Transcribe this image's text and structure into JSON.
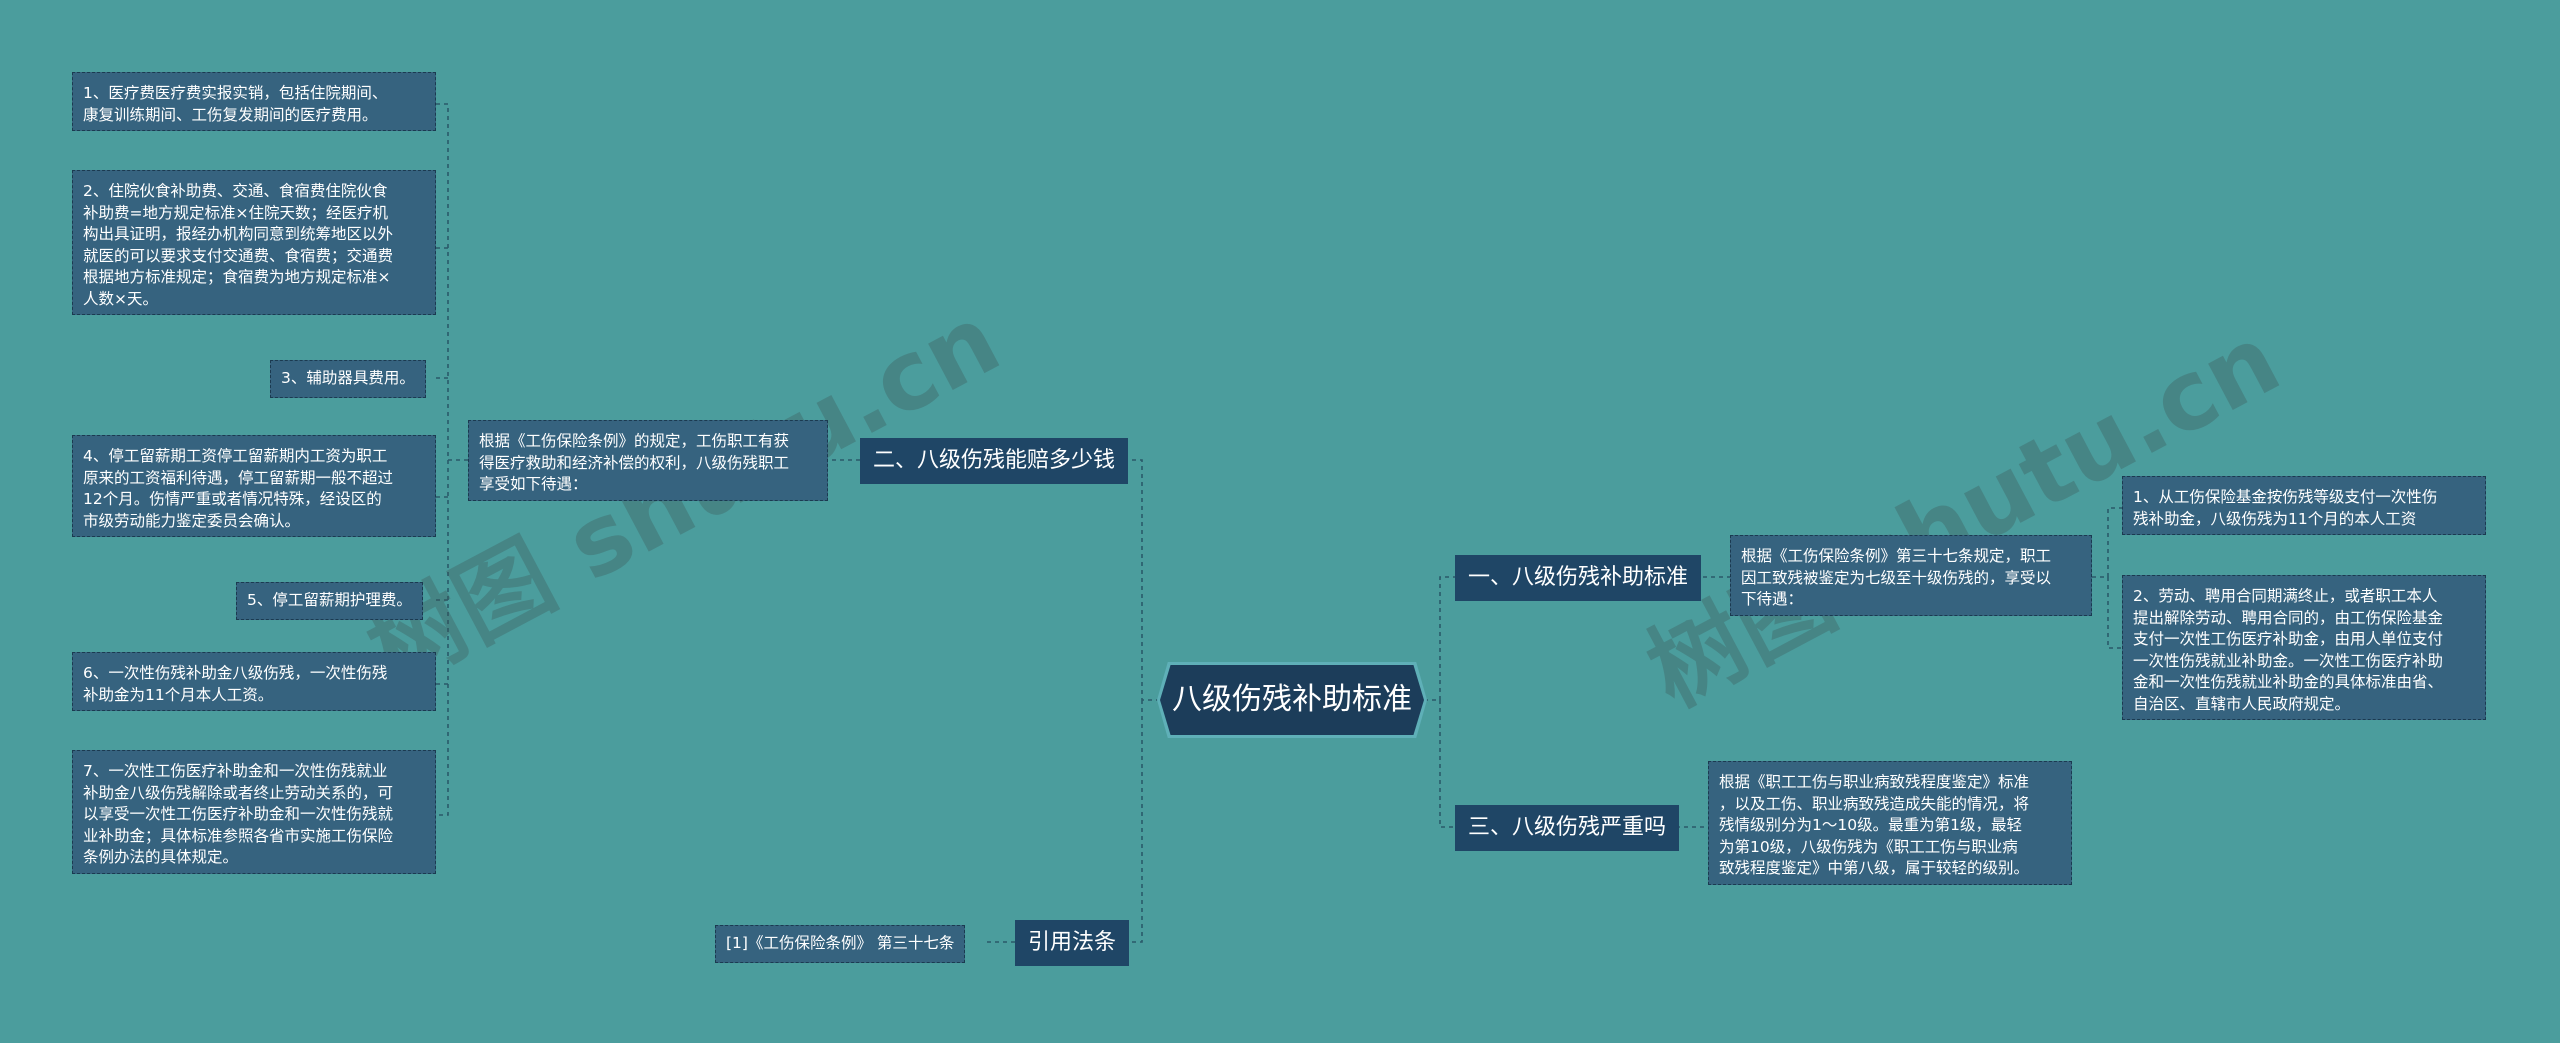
{
  "root": "八级伤残补助标准",
  "branches": {
    "b1": "一、八级伤残补助标准",
    "b2": "二、八级伤残能赔多少钱",
    "b3": "三、八级伤残严重吗",
    "b4": "引用法条"
  },
  "b1_intro": "根据《工伤保险条例》第三十七条规定，职工\n因工致残被鉴定为七级至十级伤残的，享受以\n下待遇：",
  "b1_items": [
    "1、从工伤保险基金按伤残等级支付一次性伤\n残补助金，八级伤残为11个月的本人工资",
    "2、劳动、聘用合同期满终止，或者职工本人\n提出解除劳动、聘用合同的，由工伤保险基金\n支付一次性工伤医疗补助金，由用人单位支付\n一次性伤残就业补助金。一次性工伤医疗补助\n金和一次性伤残就业补助金的具体标准由省、\n自治区、直辖市人民政府规定。"
  ],
  "b2_intro": "根据《工伤保险条例》的规定，工伤职工有获\n得医疗救助和经济补偿的权利，八级伤残职工\n享受如下待遇：",
  "b2_items": [
    "1、医疗费医疗费实报实销，包括住院期间、\n康复训练期间、工伤复发期间的医疗费用。",
    "2、住院伙食补助费、交通、食宿费住院伙食\n补助费=地方规定标准×住院天数；经医疗机\n构出具证明，报经办机构同意到统筹地区以外\n就医的可以要求支付交通费、食宿费；交通费\n根据地方标准规定；食宿费为地方规定标准×\n人数×天。",
    "3、辅助器具费用。",
    "4、停工留薪期工资停工留薪期内工资为职工\n原来的工资福利待遇，停工留薪期一般不超过\n12个月。伤情严重或者情况特殊，经设区的\n市级劳动能力鉴定委员会确认。",
    "5、停工留薪期护理费。",
    "6、一次性伤残补助金八级伤残，一次性伤残\n补助金为11个月本人工资。",
    "7、一次性工伤医疗补助金和一次性伤残就业\n补助金八级伤残解除或者终止劳动关系的，可\n以享受一次性工伤医疗补助金和一次性伤残就\n业补助金；具体标准参照各省市实施工伤保险\n条例办法的具体规定。"
  ],
  "b3_text": "根据《职工工伤与职业病致残程度鉴定》标准\n，以及工伤、职业病致残造成失能的情况，将\n残情级别分为1～10级。最重为第1级，最轻\n为第10级，八级伤残为《职工工伤与职业病\n致残程度鉴定》中第八级，属于较轻的级别。",
  "b4_text": "[1]《工伤保险条例》 第三十七条",
  "watermark": [
    "树图 shutu.cn",
    "树图 shutu.cn"
  ],
  "colors": {
    "background": "#4b9d9d",
    "leaf": "#36637f",
    "branch": "#1f4666",
    "root": "#1c3d5a",
    "connector": "#2a5a6a"
  }
}
